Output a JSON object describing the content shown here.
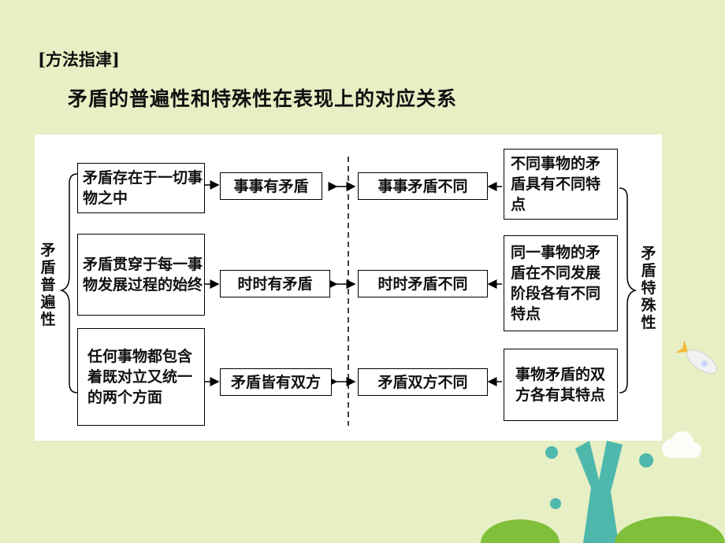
{
  "heading": "[方法指津]",
  "subtitle": "矛盾的普遍性和特殊性在表现上的对应关系",
  "diagram": {
    "left_label": "矛盾普遍性",
    "right_label": "矛盾特殊性",
    "rows": [
      {
        "universal_desc": "矛盾存在于一切事物之中",
        "universal_short": "事事有矛盾",
        "particular_short": "事事矛盾不同",
        "particular_desc": "不同事物的矛盾具有不同特点"
      },
      {
        "universal_desc": "矛盾贯穿于每一事物发展过程的始终",
        "universal_short": "时时有矛盾",
        "particular_short": "时时矛盾不同",
        "particular_desc": "同一事物的矛盾在不同发展阶段各有不同特点"
      },
      {
        "universal_desc": "任何事物都包含着既对立又统一的两个方面",
        "universal_short": "矛盾皆有双方",
        "particular_short": "矛盾双方不同",
        "particular_desc": "事物矛盾的双方各有其特点"
      }
    ]
  },
  "colors": {
    "background": "#e7efc4",
    "panel": "#ffffff",
    "decor_green": "#7fbf3a",
    "decor_tree": "#4fb8ad"
  }
}
